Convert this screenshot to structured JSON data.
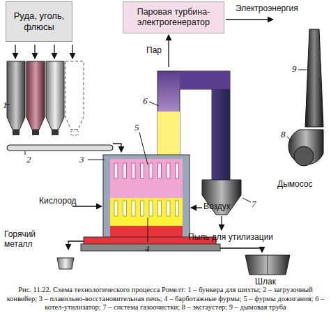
{
  "diagram": {
    "caption": "Рис. 11.22. Схема технологического процесса Ромелт: 1 – бункера для шихты; 2 – загрузочный конвейер; 3 – плавильно-восстановительная печь; 4 – барботажные фурмы; 5 – фурмы дожигания; 6 – котел-утилизатор; 7 – система газоочистки; 8 – эксгаустер; 9 – дымовая труба",
    "nodes": [
      {
        "text": [
          "Руда, уголь, флюсы"
        ]
      },
      {
        "text": [
          "Паровая турбина-электрогенератор"
        ]
      }
    ],
    "labels": [
      "Электроэнергия",
      "Пар",
      "Кислород",
      "Воздух",
      "Горячий металл",
      "Шлак",
      "Дымосос",
      "Пыль для утилизации",
      "1",
      "2",
      "3",
      "4",
      "5",
      "6",
      "7",
      "8",
      "9"
    ]
  }
}
